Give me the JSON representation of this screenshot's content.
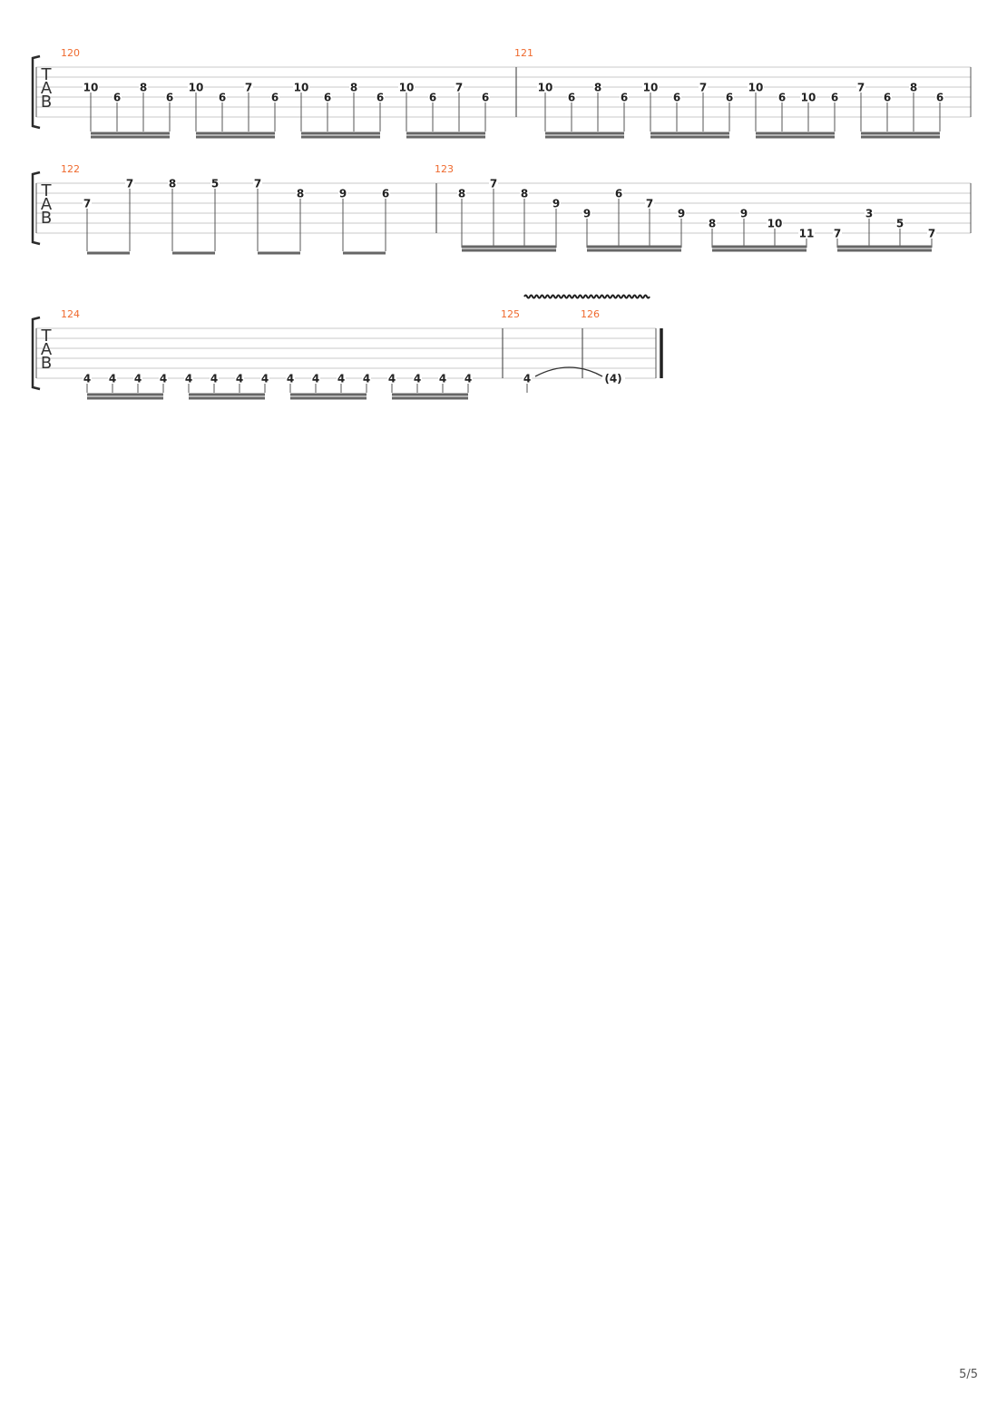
{
  "page_number": "5/5",
  "clef_letters": [
    "T",
    "A",
    "B"
  ],
  "colors": {
    "measure_number": "#ef6a2e",
    "staff_line": "#c8c8c8",
    "note": "#222222",
    "stem": "#555555",
    "beam": "#666666",
    "barline": "#555555",
    "bracket": "#2b2b2b"
  },
  "systems": [
    {
      "measures": [
        {
          "number": "120",
          "beats": [
            [
              {
                "fret": "10",
                "string": 3
              },
              {
                "fret": "6",
                "string": 4
              },
              {
                "fret": "8",
                "string": 3
              },
              {
                "fret": "6",
                "string": 4
              }
            ],
            [
              {
                "fret": "10",
                "string": 3
              },
              {
                "fret": "6",
                "string": 4
              },
              {
                "fret": "7",
                "string": 3
              },
              {
                "fret": "6",
                "string": 4
              }
            ],
            [
              {
                "fret": "10",
                "string": 3
              },
              {
                "fret": "6",
                "string": 4
              },
              {
                "fret": "8",
                "string": 3
              },
              {
                "fret": "6",
                "string": 4
              }
            ],
            [
              {
                "fret": "10",
                "string": 3
              },
              {
                "fret": "6",
                "string": 4
              },
              {
                "fret": "7",
                "string": 3
              },
              {
                "fret": "6",
                "string": 4
              }
            ]
          ]
        },
        {
          "number": "121",
          "beats": [
            [
              {
                "fret": "10",
                "string": 3
              },
              {
                "fret": "6",
                "string": 4
              },
              {
                "fret": "8",
                "string": 3
              },
              {
                "fret": "6",
                "string": 4
              }
            ],
            [
              {
                "fret": "10",
                "string": 3
              },
              {
                "fret": "6",
                "string": 4
              },
              {
                "fret": "7",
                "string": 3
              },
              {
                "fret": "6",
                "string": 4
              }
            ],
            [
              {
                "fret": "10",
                "string": 3
              },
              {
                "fret": "6",
                "string": 4
              },
              {
                "fret": "10",
                "string": 4
              },
              {
                "fret": "6",
                "string": 4
              }
            ],
            [
              {
                "fret": "7",
                "string": 3
              },
              {
                "fret": "6",
                "string": 4
              },
              {
                "fret": "8",
                "string": 3
              },
              {
                "fret": "6",
                "string": 4
              }
            ]
          ]
        }
      ]
    },
    {
      "measures": [
        {
          "number": "122",
          "beats": [
            [
              {
                "fret": "7",
                "string": 3
              },
              {
                "fret": "7",
                "string": 1
              }
            ],
            [
              {
                "fret": "8",
                "string": 1
              },
              {
                "fret": "5",
                "string": 1
              }
            ],
            [
              {
                "fret": "7",
                "string": 1
              },
              {
                "fret": "8",
                "string": 2
              }
            ],
            [
              {
                "fret": "9",
                "string": 2
              },
              {
                "fret": "6",
                "string": 2
              }
            ]
          ]
        },
        {
          "number": "123",
          "beats": [
            [
              {
                "fret": "8",
                "string": 2
              },
              {
                "fret": "7",
                "string": 1
              },
              {
                "fret": "8",
                "string": 2
              },
              {
                "fret": "9",
                "string": 3
              }
            ],
            [
              {
                "fret": "9",
                "string": 4
              },
              {
                "fret": "6",
                "string": 2
              },
              {
                "fret": "7",
                "string": 3
              },
              {
                "fret": "9",
                "string": 4
              }
            ],
            [
              {
                "fret": "8",
                "string": 5
              },
              {
                "fret": "9",
                "string": 4
              },
              {
                "fret": "10",
                "string": 5
              },
              {
                "fret": "11",
                "string": 6
              }
            ],
            [
              {
                "fret": "7",
                "string": 6
              },
              {
                "fret": "3",
                "string": 4
              },
              {
                "fret": "5",
                "string": 5
              },
              {
                "fret": "7",
                "string": 6
              }
            ]
          ]
        }
      ]
    },
    {
      "vibrato": true,
      "measures": [
        {
          "number": "124",
          "beats": [
            [
              {
                "fret": "4",
                "string": 6
              },
              {
                "fret": "4",
                "string": 6
              },
              {
                "fret": "4",
                "string": 6
              },
              {
                "fret": "4",
                "string": 6
              }
            ],
            [
              {
                "fret": "4",
                "string": 6
              },
              {
                "fret": "4",
                "string": 6
              },
              {
                "fret": "4",
                "string": 6
              },
              {
                "fret": "4",
                "string": 6
              }
            ],
            [
              {
                "fret": "4",
                "string": 6
              },
              {
                "fret": "4",
                "string": 6
              },
              {
                "fret": "4",
                "string": 6
              },
              {
                "fret": "4",
                "string": 6
              }
            ],
            [
              {
                "fret": "4",
                "string": 6
              },
              {
                "fret": "4",
                "string": 6
              },
              {
                "fret": "4",
                "string": 6
              },
              {
                "fret": "4",
                "string": 6
              }
            ]
          ]
        },
        {
          "number": "125",
          "beats": [
            [
              {
                "fret": "4",
                "string": 6
              }
            ]
          ]
        },
        {
          "number": "126",
          "beats": [
            [
              {
                "fret": "(4)",
                "string": 6
              }
            ]
          ]
        }
      ]
    }
  ]
}
